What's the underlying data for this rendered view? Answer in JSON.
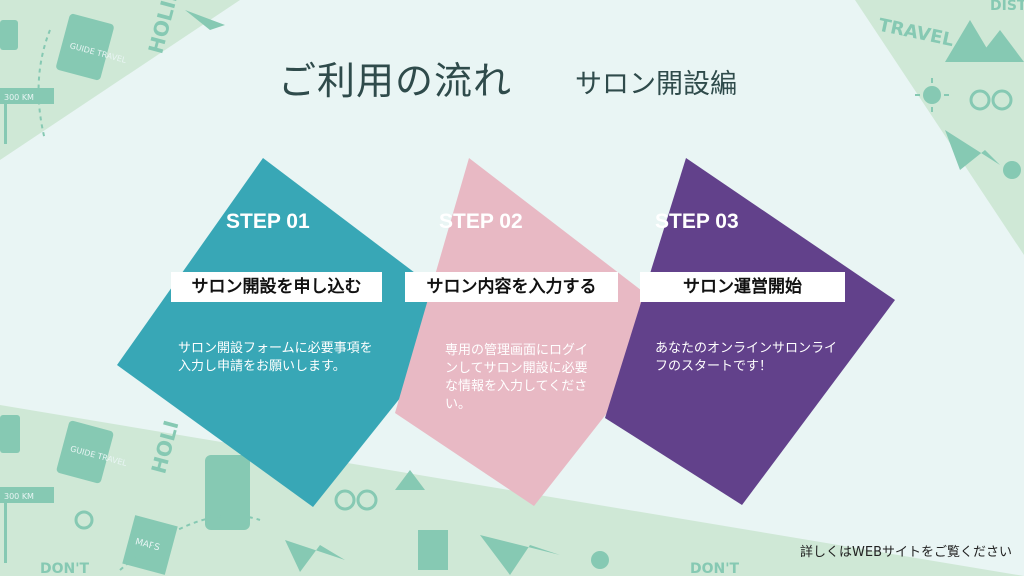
{
  "title": "ご利用の流れ",
  "subtitle": "サロン開設編",
  "steps": [
    {
      "label": "STEP 01",
      "heading": "サロン開設を申し込む",
      "desc": "サロン開設フォームに必要事項を入力し申請をお願いします。",
      "color": "#38a7b6"
    },
    {
      "label": "STEP 02",
      "heading": "サロン内容を入力する",
      "desc": "専用の管理画面にログインしてサロン開設に必要な情報を入力してください。",
      "color": "#e8b9c4"
    },
    {
      "label": "STEP 03",
      "heading": "サロン運営開始",
      "desc": "あなたのオンラインサロンライフのスタートです！",
      "color": "#62418b"
    }
  ],
  "footer": "詳しくはWEBサイトをご覧ください",
  "decor": {
    "pattern_texts": [
      "GUIDE TRAVEL",
      "HOLIDAY",
      "300 KM",
      "TRAVEL",
      "DIST",
      "MAPS",
      "DON'T",
      "HOLI"
    ],
    "background": "#e9f5f4",
    "pattern_color": "#cfe8d6",
    "icon_color": "#86c9b3"
  }
}
